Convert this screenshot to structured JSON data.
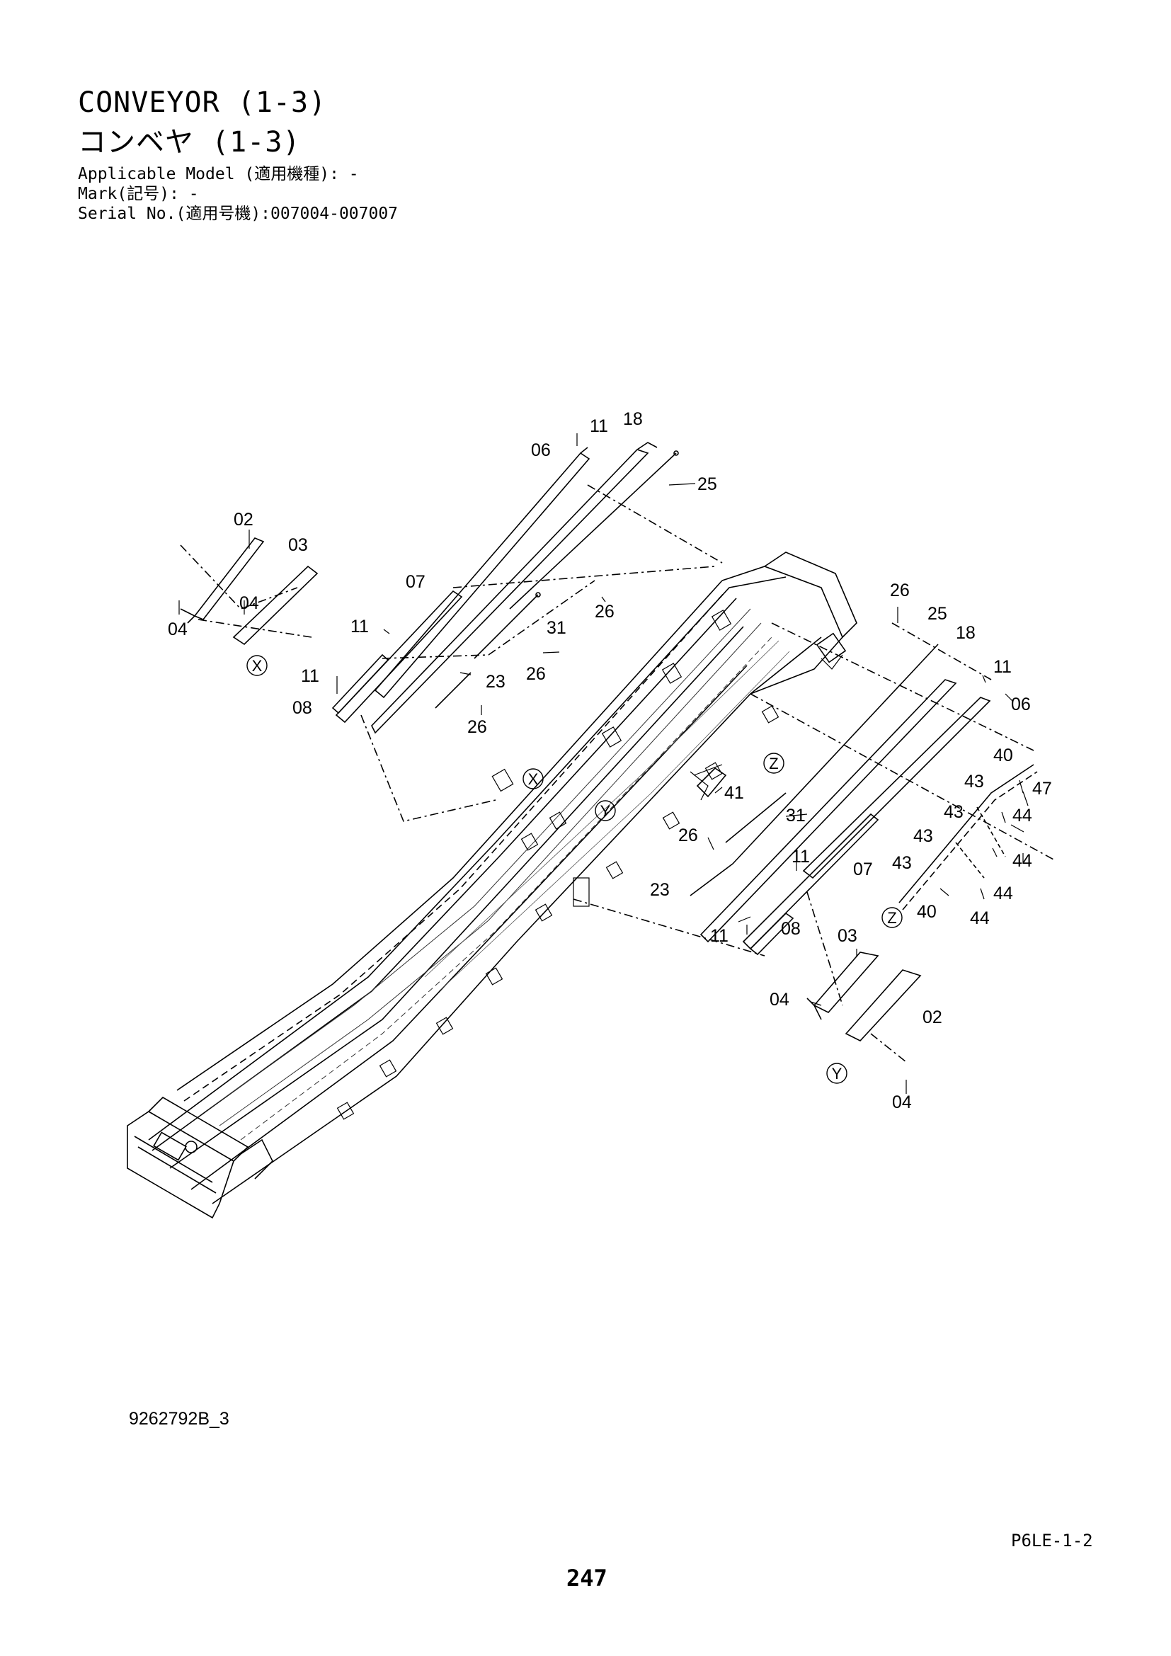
{
  "title_en": "CONVEYOR (1-3)",
  "title_jp": "コンベヤ (1-3)",
  "applicable_model": "Applicable Model (適用機種): -",
  "mark": "Mark(記号): -",
  "serial_no": "Serial No.(適用号機):007004-007007",
  "drawing_number": "9262792B_3",
  "doc_code": "P6LE-1-2",
  "page_number": "247",
  "views": {
    "x": "X",
    "y": "Y",
    "z": "Z"
  },
  "callouts": {
    "c02a": "02",
    "c03a": "03",
    "c04a": "04",
    "c04b": "04",
    "c07a": "07",
    "c06a": "06",
    "c11a": "11",
    "c18a": "18",
    "c25a": "25",
    "c11b": "11",
    "c11c": "11",
    "c08a": "08",
    "c26a": "26",
    "c31a": "31",
    "c26b": "26",
    "c23a": "23",
    "c26c": "26",
    "c26d": "26",
    "c25b": "25",
    "c18b": "18",
    "c11d": "11",
    "c06b": "06",
    "c40a": "40",
    "c43a": "43",
    "c47a": "47",
    "c44a": "44",
    "c43b": "43",
    "c44b": "44",
    "c43c": "43",
    "c44c": "44",
    "c44d": "44",
    "c40b": "40",
    "c41a": "41",
    "c31b": "31",
    "c26e": "26",
    "c11e": "11",
    "c07b": "07",
    "c23b": "23",
    "c08b": "08",
    "c11f": "11",
    "c03b": "03",
    "c04c": "04",
    "c02b": "02",
    "c04d": "04"
  }
}
